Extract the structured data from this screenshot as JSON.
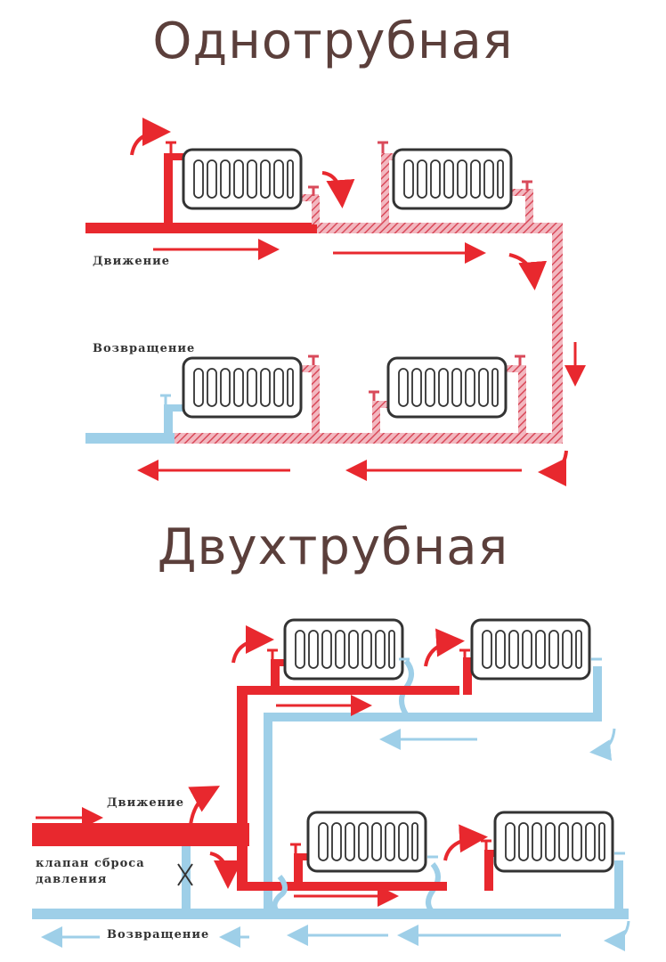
{
  "section1": {
    "title": "Однотрубная",
    "supply_label": "Движение",
    "return_label": "Возвращение"
  },
  "section2": {
    "title": "Двухтрубная",
    "supply_label": "Движение",
    "valve_label_line1": "клапан сброса",
    "valve_label_line2": "давления",
    "return_label": "Возвращение"
  },
  "colors": {
    "hot": "#e8282e",
    "hot_hatched": "#d94a5a",
    "cold": "#9ecfe8",
    "radiator_border": "#333333",
    "title": "#5b3f3b"
  }
}
